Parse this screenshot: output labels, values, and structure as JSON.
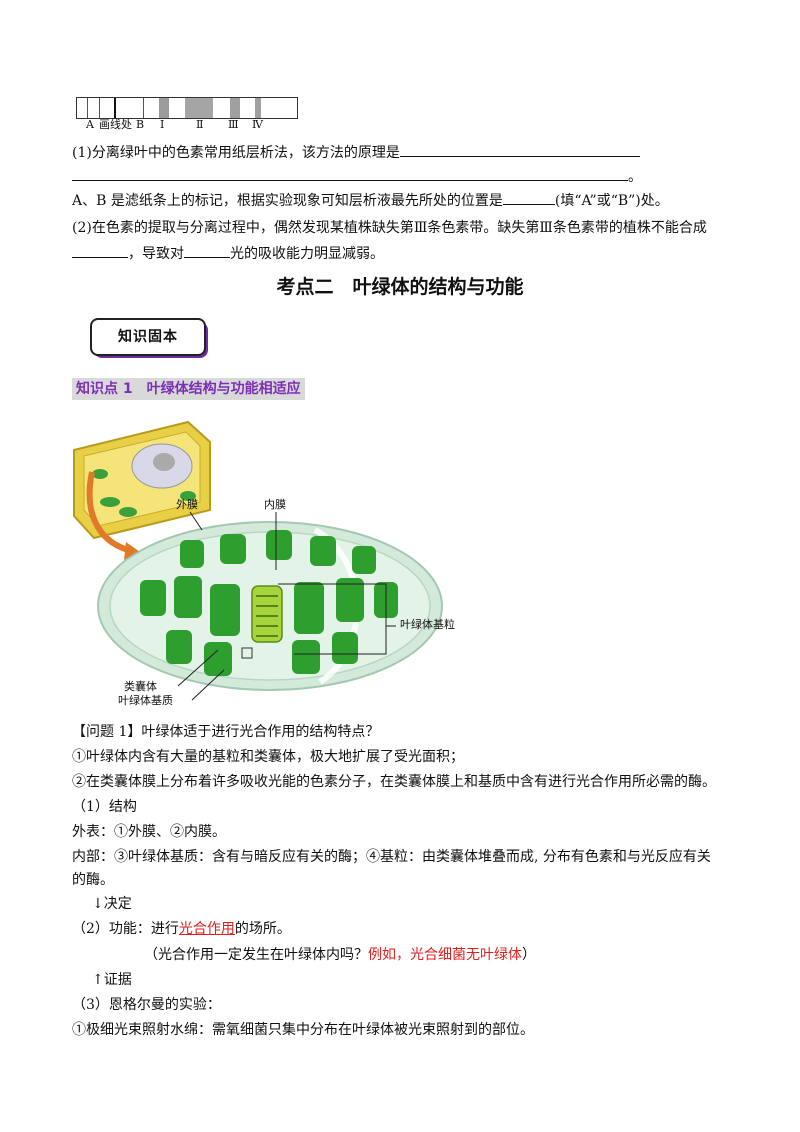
{
  "strip": {
    "labels": [
      "A",
      "画线处",
      "B",
      "Ⅰ",
      "Ⅱ",
      "Ⅲ",
      "Ⅳ"
    ]
  },
  "q1": {
    "line1": "(1)分离绿叶中的色素常用纸层析法，该方法的原理是",
    "line2_end": "。",
    "line3_a": "A、B 是滤纸条上的标记，根据实验现象可知层析液最先所处的位置是",
    "line3_b": "(填“A”或“B”)处。"
  },
  "q2": {
    "line1": "(2)在色素的提取与分离过程中，偶然发现某植株缺失第Ⅲ条色素带。缺失第Ⅲ条色素带的植株不能合成",
    "line2_a": "，导致对",
    "line2_b": "光的吸收能力明显减弱。"
  },
  "section_title": "考点二　叶绿体的结构与功能",
  "badge": "知识固本",
  "knowledge_point": "知识点 1　叶绿体结构与功能相适应",
  "diagram": {
    "labels": {
      "outer": "外膜",
      "inner": "内膜",
      "granum": "叶绿体基粒",
      "thylakoid": "类囊体",
      "stroma": "叶绿体基质"
    }
  },
  "body": {
    "q_title": "【问题 1】叶绿体适于进行光合作用的结构特点？",
    "p1": "①叶绿体内含有大量的基粒和类囊体，极大地扩展了受光面积；",
    "p2": "②在类囊体膜上分布着许多吸收光能的色素分子，在类囊体膜上和基质中含有进行光合作用所必需的酶。",
    "s1": "（1）结构",
    "outer": "外表：①外膜、②内膜。",
    "inner1": "内部：③叶绿体基质：含有与暗反应有关的酶；④基粒：由类囊体堆叠而成, 分布有色素和与光反应有关",
    "inner2": "的酶。",
    "decide": "↓决定",
    "func_a": "（2）功能：进行",
    "func_red": "光合作用",
    "func_b": "的场所。",
    "note_a": "（光合作用一定发生在叶绿体内吗？",
    "note_red": "例如，光合细菌无叶绿体",
    "note_b": "）",
    "evidence": "↑证据",
    "s3": "（3）恩格尔曼的实验：",
    "exp1": "①极细光束照射水绵：需氧细菌只集中分布在叶绿体被光束照射到的部位。"
  },
  "colors": {
    "accent_purple": "#7b2fb5",
    "red": "#e21f1f",
    "chloroplast_green": "#2e9e2e"
  }
}
